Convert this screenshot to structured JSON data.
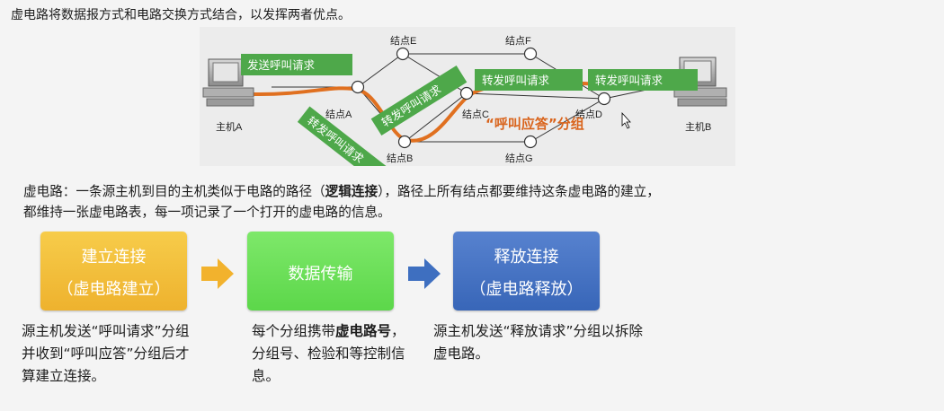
{
  "intro": "虚电路将数据报方式和电路交换方式结合，以发挥两者优点。",
  "diagram": {
    "host_a": "主机A",
    "host_b": "主机B",
    "nodes": {
      "a": "结点A",
      "b": "结点B",
      "c": "结点C",
      "d": "结点D",
      "e": "结点E",
      "f": "结点F",
      "g": "结点G"
    },
    "labels": {
      "send_call": "发送呼叫请求",
      "fwd_a_b": "转发呼叫请求",
      "fwd_b_c": "转发呼叫请求",
      "fwd_c_d": "转发呼叫请求",
      "fwd_d_host": "转发呼叫请求",
      "call_accept": "“呼叫应答”分组"
    },
    "colors": {
      "path": "#e07020",
      "label_box": "#4ea84a",
      "accept_text": "#d9641c"
    }
  },
  "definition": {
    "prefix": "虚电路：一条源主机到目的主机类似于电路的路径（",
    "bold": "逻辑连接",
    "suffix": "），路径上所有结点都要维持这条虚电路的建立，",
    "line2": "都维持一张虚电路表，每一项记录了一个打开的虚电路的信息。"
  },
  "steps": [
    {
      "title": "建立连接",
      "subtitle": "（虚电路建立）",
      "color": "#f0b830"
    },
    {
      "title": "数据传输",
      "color": "#66dd55"
    },
    {
      "title": "释放连接",
      "subtitle": "（虚电路释放）",
      "color": "#4472c4"
    }
  ],
  "descriptions": {
    "d1": "源主机发送“呼叫请求”分组并收到“呼叫应答”分组后才算建立连接。",
    "d2_pre": "每个分组携带",
    "d2_bold": "虚电路号",
    "d2_post": "，分组号、检验和等控制信息。",
    "d3": "源主机发送“释放请求”分组以拆除虚电路。"
  }
}
